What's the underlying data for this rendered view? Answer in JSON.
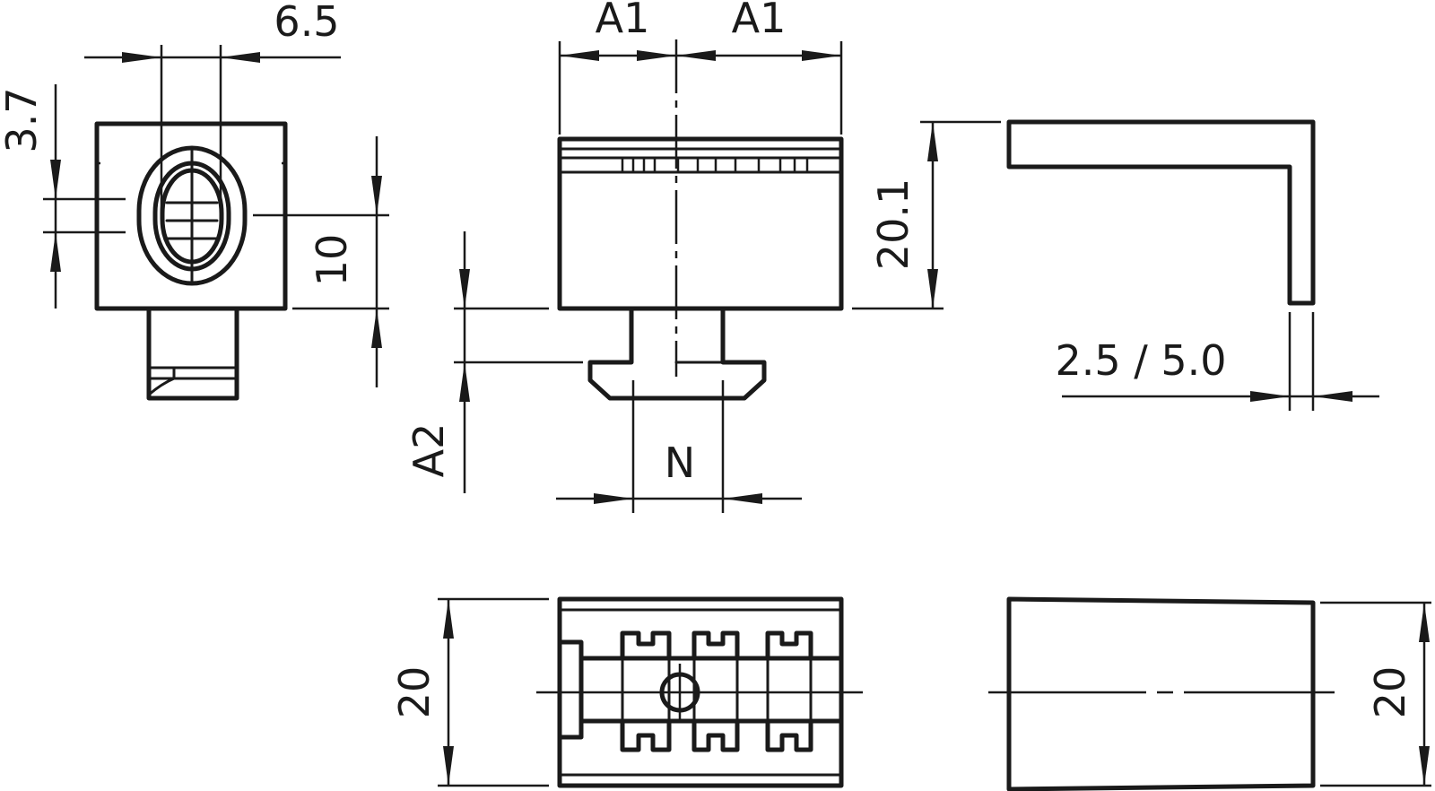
{
  "dimensions": {
    "width_terminal": "6.5",
    "slot_height": "3.7",
    "screw_height": "10",
    "half_width_left": "A1",
    "half_width_right": "A1",
    "overall_height": "20.1",
    "clamp_depth": "A2",
    "nut_width": "N",
    "sheet_thickness": "2.5 / 5.0",
    "bottom_left_width": "20",
    "bottom_right_width": "20"
  },
  "colors": {
    "line": "#1a1a1a",
    "background": "#ffffff"
  }
}
